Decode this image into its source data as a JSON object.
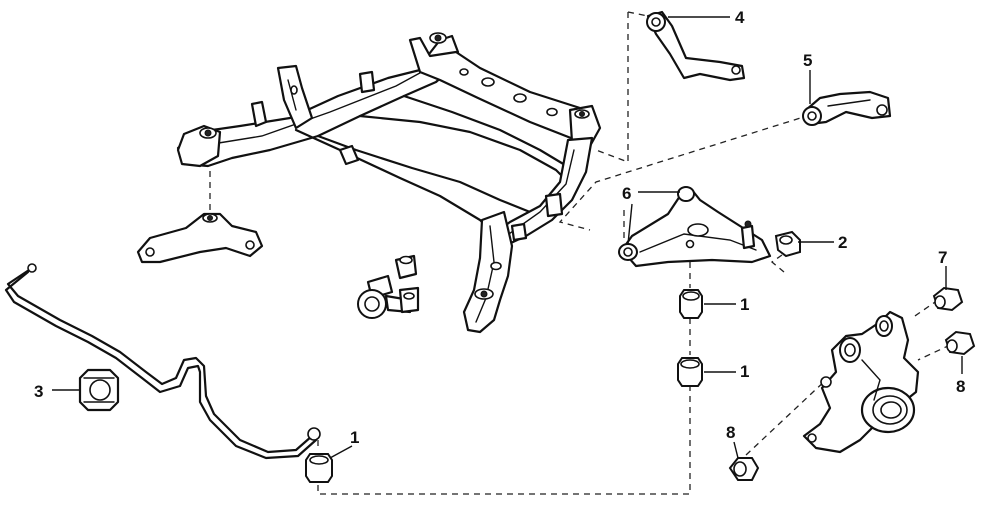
{
  "callouts": [
    {
      "id": "c4",
      "text": "4"
    },
    {
      "id": "c5",
      "text": "5"
    },
    {
      "id": "c6",
      "text": "6"
    },
    {
      "id": "c2",
      "text": "2"
    },
    {
      "id": "c1a",
      "text": "1"
    },
    {
      "id": "c1b",
      "text": "1"
    },
    {
      "id": "c7",
      "text": "7"
    },
    {
      "id": "c8a",
      "text": "8"
    },
    {
      "id": "c3",
      "text": "3"
    },
    {
      "id": "c1c",
      "text": "1"
    },
    {
      "id": "c8b",
      "text": "8"
    }
  ]
}
